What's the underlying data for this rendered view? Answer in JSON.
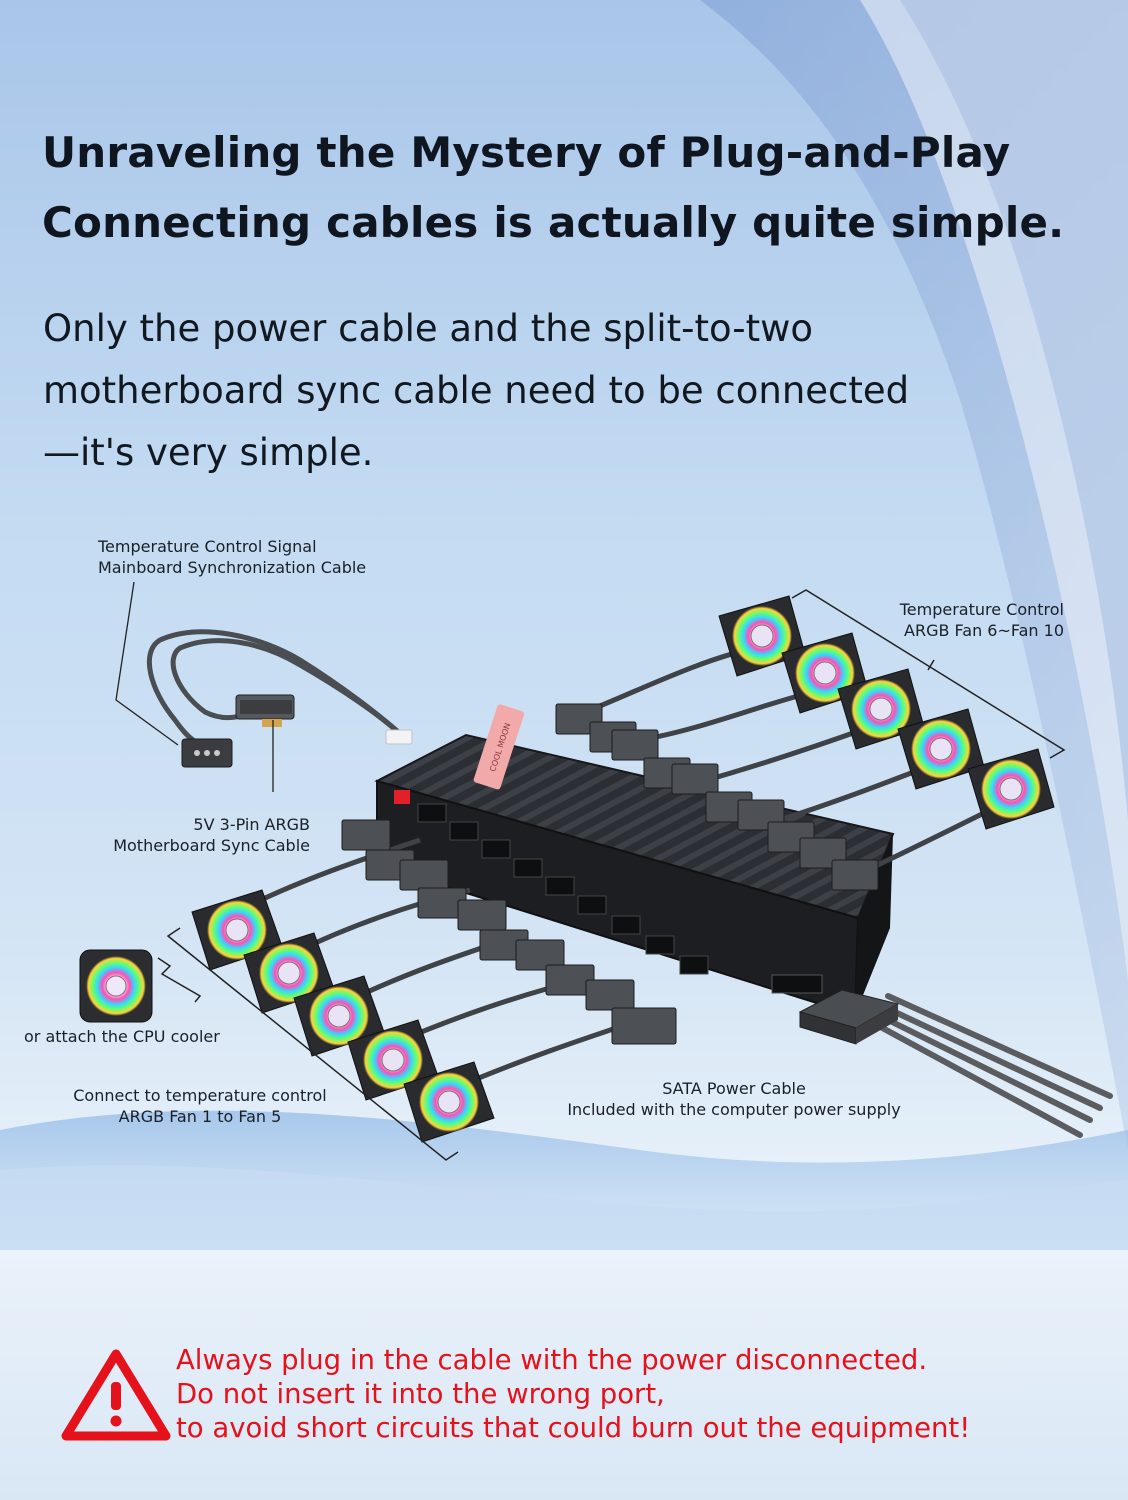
{
  "heading": {
    "line1": "Unraveling the Mystery of Plug-and-Play",
    "line2": "Connecting cables is actually quite simple."
  },
  "intro": "Only the power cable and the split-to-two motherboard sync cable need to be connected—it's very simple.",
  "labels": {
    "sync_cable_line1": "Temperature Control Signal",
    "sync_cable_line2": "Mainboard Synchronization Cable",
    "argb_sync_line1": "5V 3-Pin ARGB",
    "argb_sync_line2": "Motherboard Sync Cable",
    "fans_right_line1": "Temperature Control",
    "fans_right_line2": "ARGB Fan 6~Fan 10",
    "cpu_cooler": "or attach the CPU cooler",
    "fans_left_line1": "Connect to temperature control",
    "fans_left_line2": "ARGB Fan 1 to Fan 5",
    "sata_line1": "SATA Power Cable",
    "sata_line2": "Included with the computer power supply",
    "hub_brand": "COOL MOON"
  },
  "warning": {
    "line1": "Always plug in the cable with the power disconnected.",
    "line2": "Do not insert it into the wrong port,",
    "line3": "to avoid short circuits that could burn out the equipment!"
  },
  "colors": {
    "warning": "#e5121c",
    "heading": "#0f1620",
    "hub_body": "#2a2c30",
    "hub_badge": "#f2a9a9"
  },
  "icons": [
    "warning-triangle-icon",
    "cpu-cooler-fan-icon"
  ]
}
